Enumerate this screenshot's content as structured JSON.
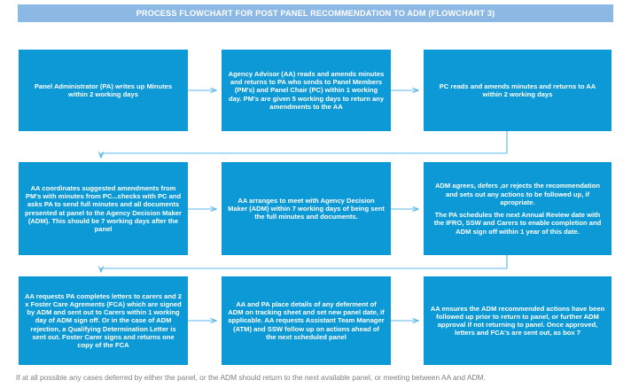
{
  "header": {
    "title": "PROCESS FLOWCHART FOR POST PANEL RECOMMENDATION TO ADM (FLOWCHART 3)",
    "band_color": "#8CB9E3"
  },
  "theme": {
    "box_fill": "#0C99D6",
    "box_text": "#FFFFFF",
    "connector_color": "#5BB8E8",
    "footer_text_color": "#808080",
    "page_background": "#FFFFFF"
  },
  "flowchart": {
    "type": "process-flowchart",
    "rows": 3,
    "columns": 3,
    "boxes": [
      {
        "id": "box1",
        "row": 1,
        "column": 1,
        "paragraphs": [
          "Panel Administrator (PA) writes up Minutes within 2 working days"
        ]
      },
      {
        "id": "box2",
        "row": 1,
        "column": 2,
        "paragraphs": [
          "Agency Advisor (AA) reads and amends minutes and returns to PA who sends to Panel Members (PM's) and Panel Chair (PC) within 1 working day. PM's are given 5 working days to return any amendments to the AA"
        ]
      },
      {
        "id": "box3",
        "row": 1,
        "column": 3,
        "paragraphs": [
          "PC reads and amends minutes and returns to AA within 2 working days"
        ]
      },
      {
        "id": "box4",
        "row": 2,
        "column": 1,
        "paragraphs": [
          "AA coordinates suggested amendments from PM's with minutes from PC...checks with PC and asks PA to send full minutes and all documents presented at panel to the Agency Decision Maker (ADM). This should be 7 working days after the panel"
        ]
      },
      {
        "id": "box5",
        "row": 2,
        "column": 2,
        "paragraphs": [
          "AA arranges to meet with Agency Decision Maker (ADM) within 7 working days of being sent the full minutes and documents."
        ]
      },
      {
        "id": "box6",
        "row": 2,
        "column": 3,
        "paragraphs": [
          "ADM agrees, defers ,or rejects the recommendation and sets out any actions to be followed up, if apropriate.",
          "The PA schedules the next Annual Review date with the IFRO, SSW and Carers to enable completion and ADM sign off within 1 year of this date."
        ]
      },
      {
        "id": "box7",
        "row": 3,
        "column": 1,
        "paragraphs": [
          "AA requests PA completes letters to carers and 2 x Foster Care Agrements (FCA) which are signed by ADM and sent out to Carers within 1 working day of ADM sign off. Or in the case of ADM rejection, a Qualifying Determination Letter is sent out. Foster Carer signs and returns one copy of the FCA"
        ]
      },
      {
        "id": "box8",
        "row": 3,
        "column": 2,
        "paragraphs": [
          "AA and PA place details of any deferment of ADM on tracking sheet and set new panel date, if applicable. AA requests Assistant Team Manager (ATM) and SSW follow up on actions ahead of the next scheduled panel"
        ]
      },
      {
        "id": "box9",
        "row": 3,
        "column": 3,
        "paragraphs": [
          "AA ensures the ADM recommended actions have been followed up prior to return to panel, or further ADM approval if not returning to panel. Once approved, letters and FCA's are sent out, as box 7"
        ]
      }
    ],
    "connectors": [
      {
        "from": "box1",
        "to": "box2",
        "kind": "horizontal-arrow"
      },
      {
        "from": "box2",
        "to": "box3",
        "kind": "horizontal-arrow"
      },
      {
        "from": "box3",
        "to": "box4",
        "kind": "down-left-down-arrow"
      },
      {
        "from": "box4",
        "to": "box5",
        "kind": "horizontal-arrow"
      },
      {
        "from": "box5",
        "to": "box6",
        "kind": "horizontal-arrow"
      },
      {
        "from": "box6",
        "to": "box7",
        "kind": "down-left-down-arrow"
      },
      {
        "from": "box7",
        "to": "box8",
        "kind": "horizontal-arrow"
      },
      {
        "from": "box8",
        "to": "box9",
        "kind": "horizontal-arrow"
      }
    ]
  },
  "footer": {
    "note": "If at all possible any cases deferred by either the panel, or the ADM should return to the next available panel, or meeting between AA and ADM."
  }
}
